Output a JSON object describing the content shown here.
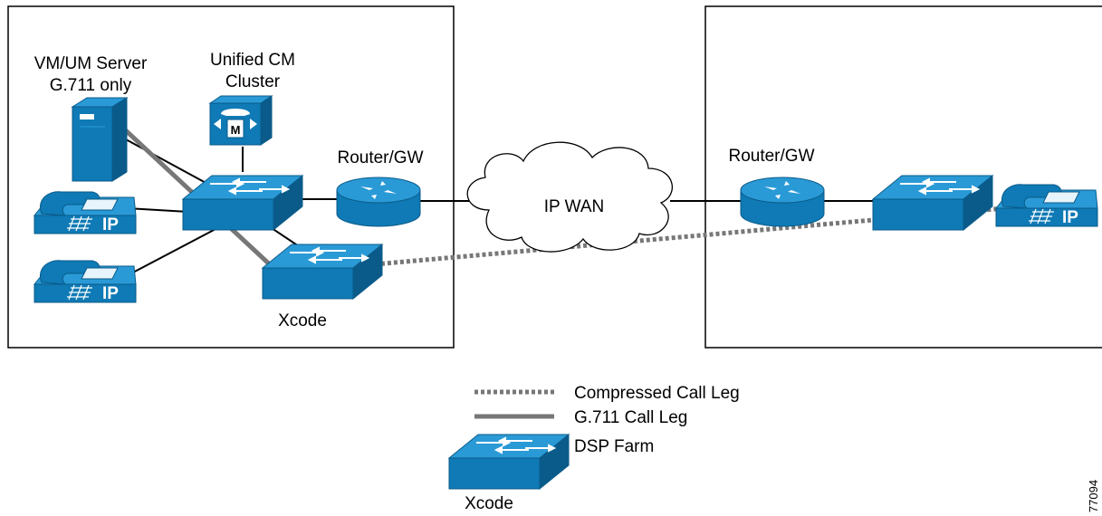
{
  "site_left": {
    "server_label_line1": "VM/UM Server",
    "server_label_line2": "G.711 only",
    "cm_label_line1": "Unified CM",
    "cm_label_line2": "Cluster",
    "cm_icon_letter": "M",
    "router_label": "Router/GW",
    "xcode_label": "Xcode",
    "phone_tag": "IP"
  },
  "wan": {
    "label": "IP WAN"
  },
  "site_right": {
    "router_label": "Router/GW",
    "phone_tag": "IP"
  },
  "legend": {
    "compressed": "Compressed Call Leg",
    "g711": "G.711 Call Leg",
    "dsp": "DSP Farm",
    "xcode": "Xcode"
  },
  "figure_id": "77094",
  "colors": {
    "device_blue": "#0f7ab5",
    "device_blue_dark": "#0a5b8a",
    "device_top": "#2a9ad6",
    "compressed_leg": "#777777",
    "g711_leg": "#777777"
  }
}
